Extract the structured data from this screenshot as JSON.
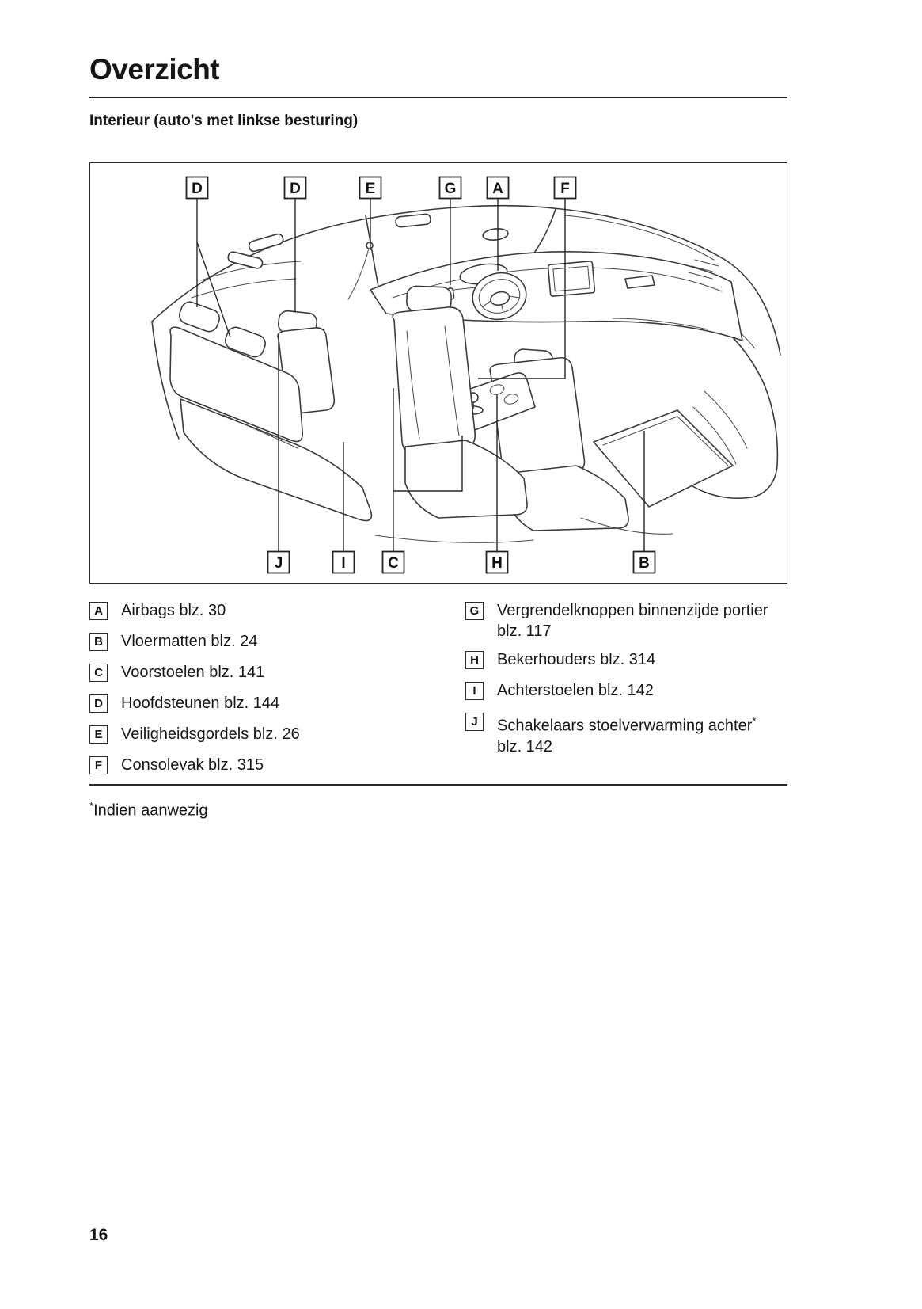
{
  "page": {
    "title": "Overzicht",
    "section_heading": "Interieur (auto's met linkse besturing)",
    "footnote_marker": "*",
    "footnote_text": "Indien aanwezig",
    "page_number": "16"
  },
  "diagram": {
    "top_labels": [
      {
        "letter": "D"
      },
      {
        "letter": "D"
      },
      {
        "letter": "E"
      },
      {
        "letter": "G"
      },
      {
        "letter": "A"
      },
      {
        "letter": "F"
      }
    ],
    "bottom_labels": [
      {
        "letter": "J"
      },
      {
        "letter": "I"
      },
      {
        "letter": "C"
      },
      {
        "letter": "H"
      },
      {
        "letter": "B"
      }
    ]
  },
  "legend": {
    "left": [
      {
        "letter": "A",
        "text": "Airbags blz. 30"
      },
      {
        "letter": "B",
        "text": "Vloermatten blz. 24"
      },
      {
        "letter": "C",
        "text": "Voorstoelen blz. 141"
      },
      {
        "letter": "D",
        "text": "Hoofdsteunen blz. 144"
      },
      {
        "letter": "E",
        "text": "Veiligheidsgordels blz. 26"
      },
      {
        "letter": "F",
        "text": "Consolevak blz. 315"
      }
    ],
    "right": [
      {
        "letter": "G",
        "text": "Vergrendelknoppen binnenzijde portier blz. 117"
      },
      {
        "letter": "H",
        "text": "Bekerhouders blz. 314"
      },
      {
        "letter": "I",
        "text": "Achterstoelen blz. 142"
      },
      {
        "letter": "J",
        "text": "Schakelaars stoelverwarming achter",
        "marker": "*",
        "text_line2": "blz. 142"
      }
    ]
  },
  "colors": {
    "ink": "#17141a",
    "line_art": "#3a3a3a"
  }
}
